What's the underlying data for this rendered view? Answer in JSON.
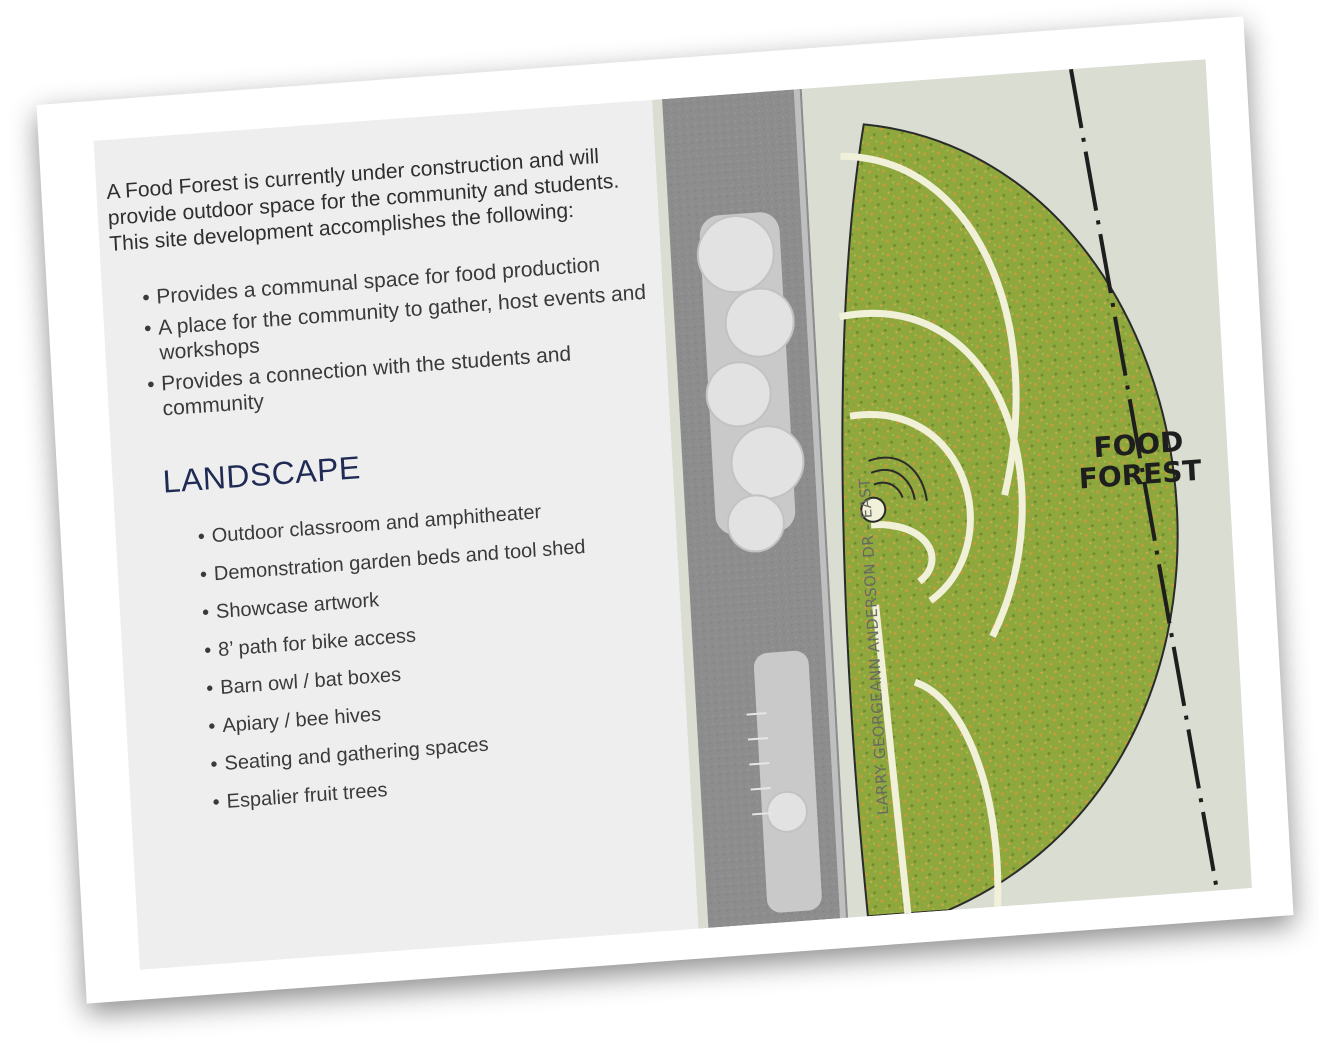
{
  "intro": "A Food Forest is currently under construction and will provide outdoor space for the community and students.  This site development accomplishes the following:",
  "bullets": [
    "Provides a communal space for food production",
    "A place for the community to gather, host events and workshops",
    "Provides a connection with the students and community"
  ],
  "landscape": {
    "heading": "LANDSCAPE",
    "items": [
      "Outdoor classroom and amphitheater",
      "Demonstration garden beds and tool shed",
      "Showcase artwork",
      "8’ path for bike access",
      "Barn owl / bat boxes",
      "Apiary / bee hives",
      "Seating and gathering spaces",
      "Espalier fruit trees"
    ]
  },
  "map": {
    "road_label": "LARRY GEORGEANN ANDERSON DR - EAST",
    "area_label_line1": "FOOD",
    "area_label_line2": "FOREST"
  },
  "colors": {
    "heading": "#1f2a55",
    "grass": "#8ea83e",
    "road": "#8a8a8a",
    "path": "#f1f0d8"
  }
}
